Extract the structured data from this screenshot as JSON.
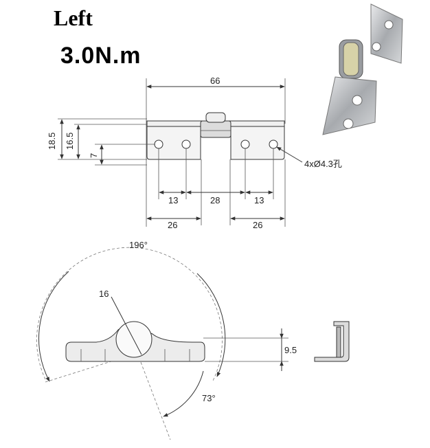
{
  "header": {
    "side": "Left",
    "torque": "3.0N.m"
  },
  "top_view": {
    "overall_width": "66",
    "heights": [
      "18.5",
      "16.5",
      "7"
    ],
    "hole_spacing": [
      "13",
      "28",
      "13"
    ],
    "leaf_width": [
      "26",
      "26"
    ],
    "hole_note": "4xØ4.3孔"
  },
  "side_view": {
    "angle_open": "196°",
    "diameter": "16",
    "offset": "9.5",
    "angle_low": "73°"
  },
  "colors": {
    "line": "#333333",
    "fill": "#ececec",
    "metal": "#b9bcc0"
  }
}
